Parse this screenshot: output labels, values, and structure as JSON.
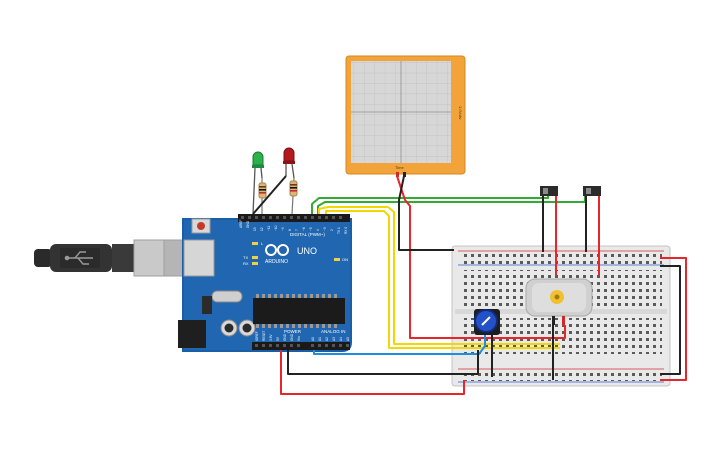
{
  "arduino": {
    "brand_text": "ARDUINO",
    "model_text": "UNO",
    "digital_header_text": "DIGITAL (PWM~)",
    "power_header_text": "POWER",
    "analog_header_text": "ANALOG IN",
    "on_led_text": "ON",
    "l_led_text": "L",
    "tx_text": "TX",
    "rx_text": "RX",
    "aref_text": "AREF",
    "gnd_text": "GND",
    "digital_pin_labels": [
      "13",
      "12",
      "~11",
      "~10",
      "~9",
      "8",
      "7",
      "~6",
      "~5",
      "4",
      "~3",
      "2",
      "TX 1",
      "RX 0"
    ],
    "power_pin_labels": [
      "IOREF",
      "RESET",
      "3.3V",
      "5V",
      "GND",
      "GND",
      "Vin"
    ],
    "analog_pin_labels": [
      "A0",
      "A1",
      "A2",
      "A3",
      "A4",
      "A5"
    ]
  },
  "oscilloscope": {
    "side_label": "1.0Vdiv",
    "time_label": "Time"
  },
  "leds": [
    {
      "color": "#2bb24c"
    },
    {
      "color": "#b3191d"
    }
  ],
  "wire_colors": {
    "yellow": "#f2d700",
    "green": "#33aa33",
    "blue": "#1f8ee0",
    "red": "#e8252b",
    "black": "#222222"
  }
}
